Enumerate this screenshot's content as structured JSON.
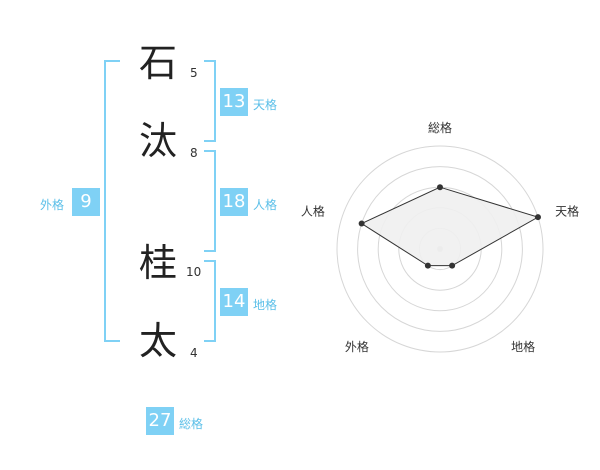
{
  "name": {
    "chars": [
      {
        "char": "石",
        "strokes": "5"
      },
      {
        "char": "汰",
        "strokes": "8"
      },
      {
        "char": "桂",
        "strokes": "10"
      },
      {
        "char": "太",
        "strokes": "4"
      }
    ]
  },
  "fortune": {
    "tenkaku": {
      "value": "13",
      "label": "天格"
    },
    "jinkaku": {
      "value": "18",
      "label": "人格"
    },
    "chikaku": {
      "value": "14",
      "label": "地格"
    },
    "gaikaku": {
      "value": "9",
      "label": "外格"
    },
    "soukaku": {
      "value": "27",
      "label": "総格"
    }
  },
  "colors": {
    "accent": "#7fd1f5",
    "label": "#5bbfe8",
    "text": "#222222",
    "radar_fill": "#efefef",
    "radar_line": "#333333"
  },
  "chart_data": {
    "type": "radar",
    "axes": [
      "総格",
      "天格",
      "地格",
      "外格",
      "人格"
    ],
    "values": [
      3,
      5,
      1,
      1,
      4
    ],
    "rmax": 5,
    "rings": 5,
    "grid": true
  }
}
